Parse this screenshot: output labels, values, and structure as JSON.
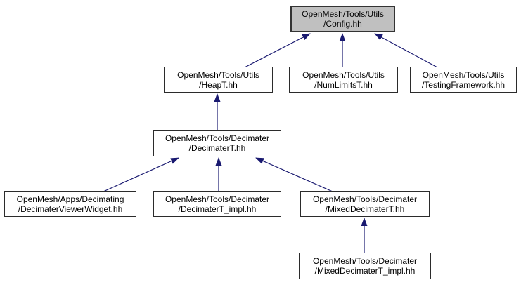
{
  "diagram": {
    "nodes": [
      {
        "id": "config-hh",
        "label": "OpenMesh/Tools/Utils\n/Config.hh",
        "highlighted": true
      },
      {
        "id": "heapt-hh",
        "label": "OpenMesh/Tools/Utils\n/HeapT.hh",
        "highlighted": false
      },
      {
        "id": "numlimitst-hh",
        "label": "OpenMesh/Tools/Utils\n/NumLimitsT.hh",
        "highlighted": false
      },
      {
        "id": "testingframework-hh",
        "label": "OpenMesh/Tools/Utils\n/TestingFramework.hh",
        "highlighted": false
      },
      {
        "id": "decimatert-hh",
        "label": "OpenMesh/Tools/Decimater\n/DecimaterT.hh",
        "highlighted": false
      },
      {
        "id": "decimaterviewerwidget-hh",
        "label": "OpenMesh/Apps/Decimating\n/DecimaterViewerWidget.hh",
        "highlighted": false
      },
      {
        "id": "decimatert-impl-hh",
        "label": "OpenMesh/Tools/Decimater\n/DecimaterT_impl.hh",
        "highlighted": false
      },
      {
        "id": "mixeddecimatert-hh",
        "label": "OpenMesh/Tools/Decimater\n/MixedDecimaterT.hh",
        "highlighted": false
      },
      {
        "id": "mixeddecimatert-impl-hh",
        "label": "OpenMesh/Tools/Decimater\n/MixedDecimaterT_impl.hh",
        "highlighted": false
      }
    ],
    "edges": [
      {
        "from": "heapt-hh",
        "to": "config-hh"
      },
      {
        "from": "numlimitst-hh",
        "to": "config-hh"
      },
      {
        "from": "testingframework-hh",
        "to": "config-hh"
      },
      {
        "from": "decimatert-hh",
        "to": "heapt-hh"
      },
      {
        "from": "decimaterviewerwidget-hh",
        "to": "decimatert-hh"
      },
      {
        "from": "decimatert-impl-hh",
        "to": "decimatert-hh"
      },
      {
        "from": "mixeddecimatert-hh",
        "to": "decimatert-hh"
      },
      {
        "from": "mixeddecimatert-impl-hh",
        "to": "mixeddecimatert-hh"
      }
    ],
    "colors": {
      "edge": "#191970",
      "node_border": "#2b2b2b",
      "node_fill": "#ffffff",
      "highlight_fill": "#c0c0c0",
      "text": "#000000",
      "background": "#ffffff"
    }
  }
}
